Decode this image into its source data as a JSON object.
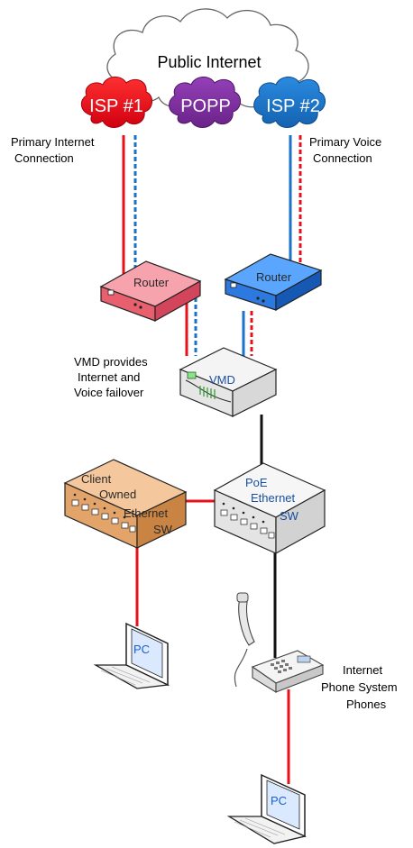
{
  "cloud": {
    "label": "Public Internet"
  },
  "isps": [
    {
      "label": "ISP #1",
      "color": "#e8101a"
    },
    {
      "label": "POPP",
      "color": "#7b2f9e"
    },
    {
      "label": "ISP #2",
      "color": "#1a73c8"
    }
  ],
  "annotations": {
    "primary_internet": [
      "Primary Internet",
      "Connection"
    ],
    "primary_voice": [
      "Primary Voice",
      "Connection"
    ],
    "vmd_note": [
      "VMD provides",
      "Internet and",
      "Voice failover"
    ],
    "phones_note": [
      "Internet",
      "Phone System",
      "Phones"
    ]
  },
  "devices": {
    "router_left": {
      "label": "Router",
      "color": "#f07080"
    },
    "router_right": {
      "label": "Router",
      "color": "#1f6fd8"
    },
    "vmd": {
      "label": "VMD"
    },
    "client_switch": {
      "lines": [
        "Client",
        "Owned",
        "Ethernet",
        "SW"
      ],
      "color": "#e0a070"
    },
    "poe_switch": {
      "lines": [
        "PoE",
        "Ethernet",
        "SW"
      ]
    },
    "pc_left": {
      "label": "PC"
    },
    "pc_bottom": {
      "label": "PC"
    }
  },
  "colors": {
    "internet_line": "#e8101a",
    "voice_line": "#1a73c8",
    "ethernet_line": "#111111"
  },
  "icons": [
    "cloud-icon",
    "router-icon",
    "vmd-appliance-icon",
    "ethernet-switch-icon",
    "laptop-icon",
    "ip-phone-icon"
  ]
}
